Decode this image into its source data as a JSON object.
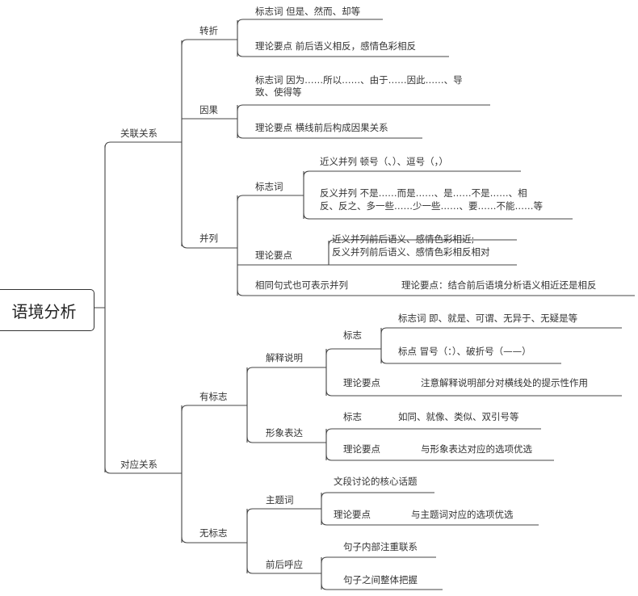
{
  "root": "语境分析",
  "branches": {
    "relation": "关联关系",
    "correspond": "对应关系"
  },
  "zhuanzhe": {
    "title": "转折",
    "marker": "标志词 但是、然而、却等",
    "theory": "理论要点  前后语义相反，感情色彩相反"
  },
  "yinguo": {
    "title": "因果",
    "marker_line1": "标志词  因为……所以……、由于……因此……、导",
    "marker_line2": "致、使得等",
    "theory": "理论要点  横线前后构成因果关系"
  },
  "binglie": {
    "title": "并列",
    "marker": "标志词",
    "near": "近义并列    顿号（、）、逗号（，）",
    "anti_line1": "反义并列  不是……而是……、是……不是……、相",
    "anti_line2": "反、反之、多一些……少一些……、要……不能……等",
    "theory": "理论要点",
    "theory_line1": "近义并列前后语义、感情色彩相近;",
    "theory_line2": "反义并列前后语义、感情色彩相反相对",
    "same_form": "相同句式也可表示并列",
    "same_theory": "理论要点：结合前后语境分析语义相近还是相反"
  },
  "youbiaozhi": {
    "title": "有标志",
    "jieshi": {
      "title": "解释说明",
      "marker": "标志",
      "marker_word": "标志词    即、就是、可谓、无异于、无疑是等",
      "marker_punct": "标点  冒号（：）、破折号（——）",
      "theory": "理论要点",
      "theory_text": "注意解释说明部分对横线处的提示性作用"
    },
    "xingxiang": {
      "title": "形象表达",
      "marker": "标志",
      "marker_text": "如同、就像、类似、双引号等",
      "theory": "理论要点",
      "theory_text": "与形象表达对应的选项优选"
    }
  },
  "wubiaozhi": {
    "title": "无标志",
    "zhuti": {
      "title": "主题词",
      "desc": "文段讨论的核心话题",
      "theory": "理论要点",
      "theory_text": "与主题词对应的选项优选"
    },
    "huying": {
      "title": "前后呼应",
      "item1": "句子内部注重联系",
      "item2": "句子之间整体把握"
    }
  }
}
